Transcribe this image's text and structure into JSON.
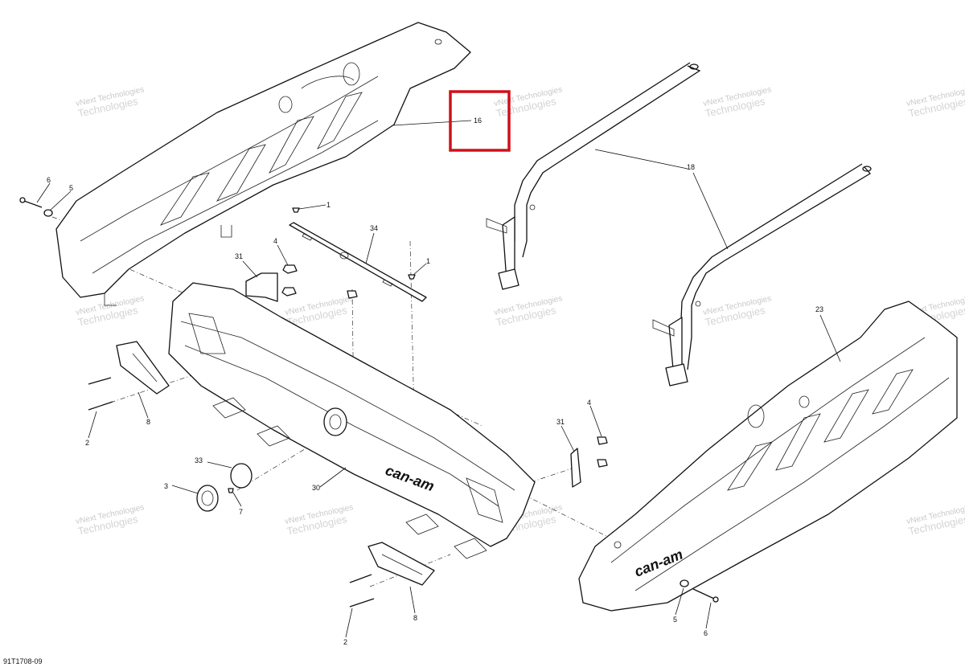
{
  "diagram": {
    "figure_id": "91T1708-09",
    "watermark_line1": "vNext Technologies",
    "watermark_line2": "Technologies",
    "brand_mark": "can-am",
    "highlight_color": "#d0101a",
    "callouts": {
      "c16": "16",
      "c18": "18",
      "c6a": "6",
      "c5a": "5",
      "c1a": "1",
      "c34": "34",
      "c4a": "4",
      "c31a": "31",
      "c1b": "1",
      "c23": "23",
      "c8a": "8",
      "c2a": "2",
      "c33": "33",
      "c3": "3",
      "c30": "30",
      "c7": "7",
      "c4b": "4",
      "c31b": "31",
      "c8b": "8",
      "c2b": "2",
      "c5b": "5",
      "c6b": "6"
    }
  }
}
